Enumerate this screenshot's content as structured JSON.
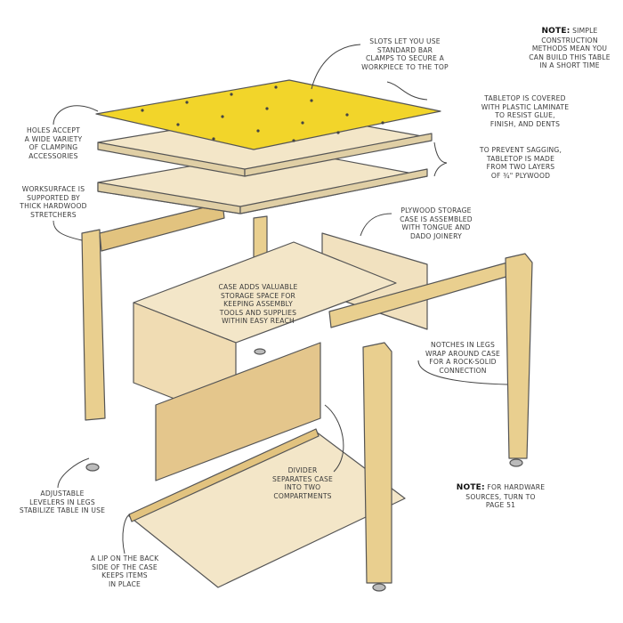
{
  "colors": {
    "laminate": "#f2d52a",
    "plywood": "#f3e6c8",
    "hardwood": "#e9cf8f",
    "outline": "#555555"
  },
  "labels": {
    "slots": "Slots let you use\nstandard bar\nclamps to secure a\nworkpiece to the top",
    "note_simple_prefix": "NOTE:",
    "note_simple": " Simple\nconstruction\nmethods mean you\ncan build this table\nin a short time",
    "laminate": "Tabletop is covered\nwith plastic laminate\nto resist glue,\nfinish, and dents",
    "sagging": "To prevent sagging,\ntabletop is made\nfrom two layers\nof ¾\" plywood",
    "holes": "Holes accept\na wide variety\nof clamping\naccessories",
    "worksurface": "Worksurface is\nsupported by\nthick hardwood\nstretchers",
    "plywood_case": "Plywood storage\ncase is assembled\nwith tongue and\ndado joinery",
    "case_adds": "Case adds valuable\nstorage space for\nkeeping assembly\ntools and supplies\nwithin easy reach",
    "notches": "Notches in legs\nwrap around case\nfor a rock-solid\nconnection",
    "divider": "Divider\nseparates case\ninto two\ncompartments",
    "note_hardware_prefix": "NOTE:",
    "note_hardware": " For hardware\nsources, turn to\npage 51",
    "levelers": "Adjustable\nlevelers in legs\nstabilize table in use",
    "lip": "A lip on the back\nside of the case\nkeeps items\nin place"
  }
}
